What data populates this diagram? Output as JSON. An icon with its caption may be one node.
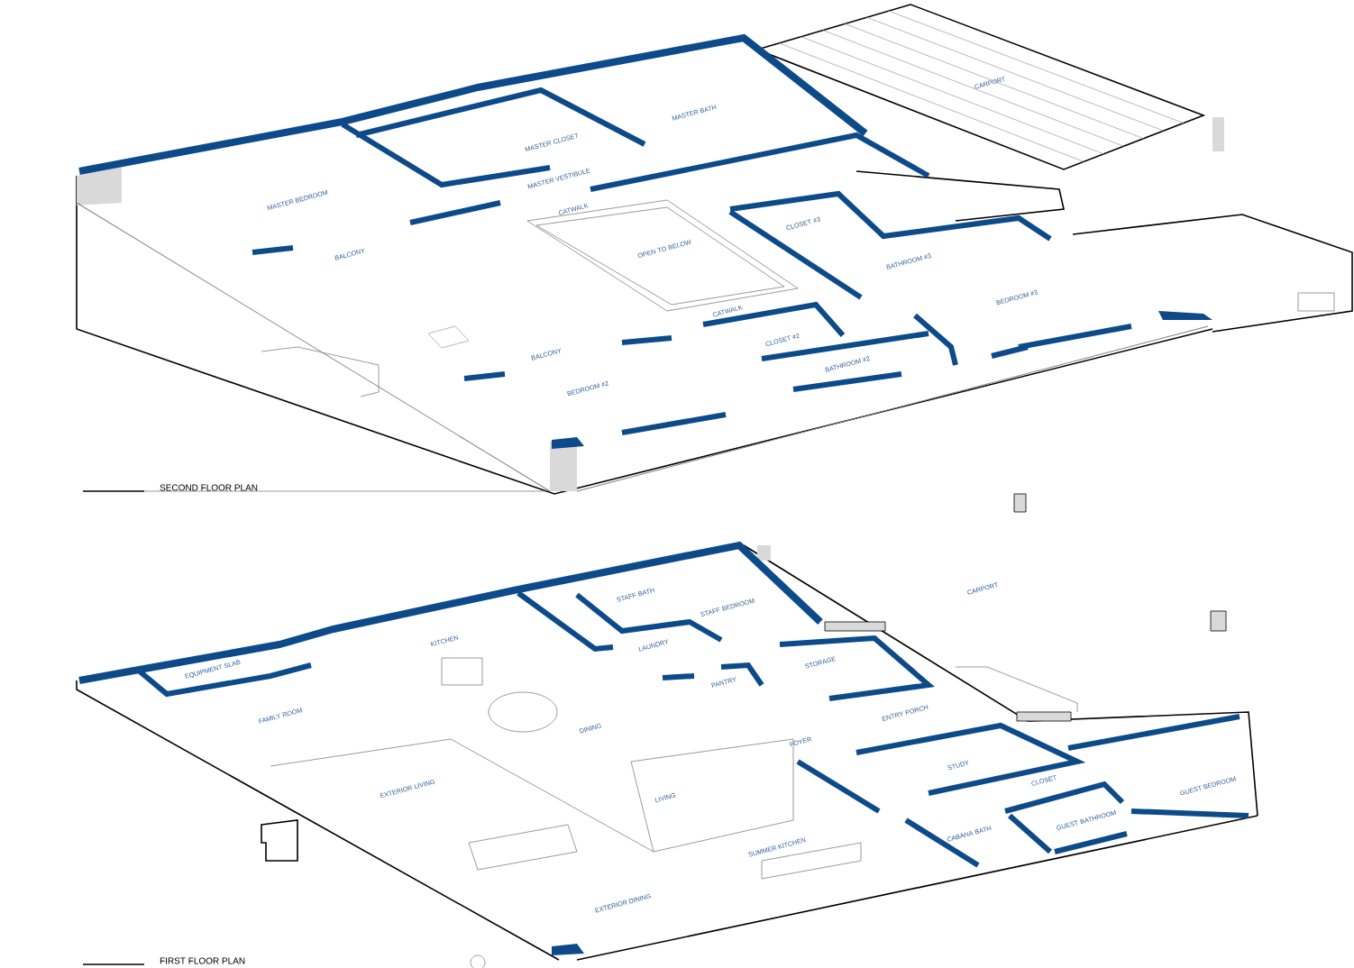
{
  "diagram": {
    "labels": [
      "MASTER CLOSET",
      "MASTER BATH",
      "CARPORT",
      "MASTER BEDROOM",
      "MASTER VESTIBULE",
      "CATWALK",
      "CLOSET #3",
      "OPEN TO BELOW",
      "BALCONY",
      "BATHROOM #3",
      "BEDROOM #3",
      "CATWALK",
      "CLOSET #2",
      "BALCONY",
      "BATHROOM #2",
      "BEDROOM #2",
      "SECOND FLOOR PLAN",
      "CARPORT",
      "STAFF BATH",
      "STAFF BEDROOM",
      "LAUNDRY",
      "EQUIPMENT SLAB",
      "KITCHEN",
      "STORAGE",
      "PANTRY",
      "FAMILY ROOM",
      "ENTRY PORCH",
      "DINING",
      "FOYER",
      "STUDY",
      "EXTERIOR LIVING",
      "LIVING",
      "CLOSET",
      "GUEST BEDROOM",
      "CABANA BATH",
      "GUEST BATHROOM",
      "SUMMER KITCHEN",
      "EXTERIOR DINING",
      "FIRST FLOOR PLAN"
    ]
  }
}
